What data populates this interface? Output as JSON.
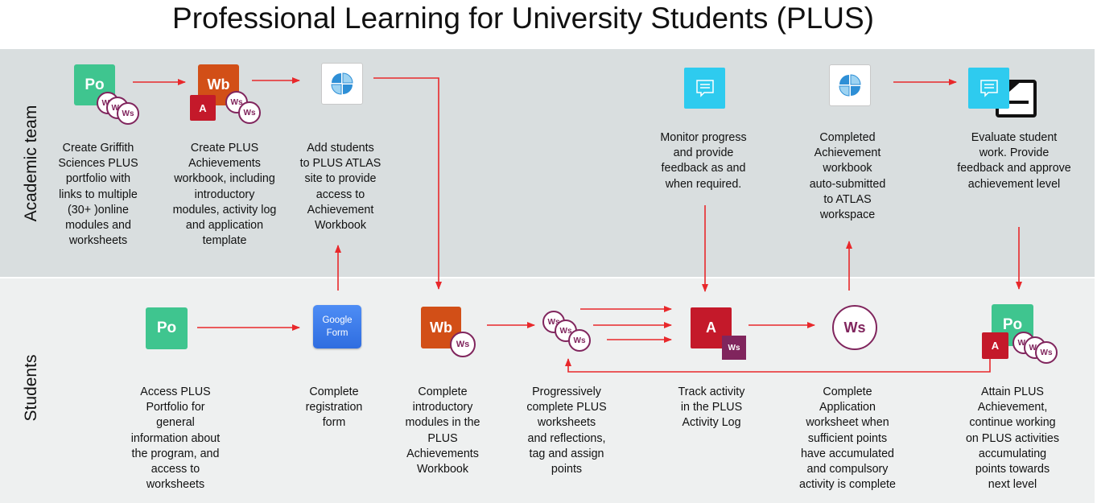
{
  "title": "Professional Learning for University Students (PLUS)",
  "lanes": {
    "academic": "Academic team",
    "students": "Students"
  },
  "icons": {
    "po": "Po",
    "wb": "Wb",
    "ws": "Ws",
    "a": "A",
    "google_form_line1": "Google",
    "google_form_line2": "Form"
  },
  "academic_steps": [
    {
      "icon": "portfolio-icon",
      "label": "Create Griffith\nSciences PLUS\nportfolio with\nlinks to multiple\n(30+ )online\nmodules and\nworksheets"
    },
    {
      "icon": "workbook-icon",
      "label": "Create PLUS\nAchievements\nworkbook, including\nintroductory\nmodules, activity log\nand application\ntemplate"
    },
    {
      "icon": "atlas-icon",
      "label": "Add students\nto PLUS ATLAS\nsite to provide\naccess to\nAchievement\nWorkbook"
    },
    {
      "icon": "message-icon",
      "label": "Monitor progress\nand provide\nfeedback as and\nwhen required."
    },
    {
      "icon": "atlas-icon",
      "label": "Completed\nAchievement\nworkbook\nauto-submitted\nto ATLAS\nworkspace"
    },
    {
      "icon": "message-icon",
      "label": "Evaluate student\nwork. Provide\nfeedback and approve\nachievement level"
    }
  ],
  "student_steps": [
    {
      "icon": "portfolio-icon",
      "label": "Access PLUS\nPortfolio for\ngeneral\ninformation about\nthe program, and\naccess to\nworksheets"
    },
    {
      "icon": "google-form-icon",
      "label": "Complete\nregistration\nform"
    },
    {
      "icon": "workbook-icon",
      "label": "Complete\nintroductory\nmodules in the\nPLUS\nAchievements\nWorkbook"
    },
    {
      "icon": "worksheets-icon",
      "label": "Progressively\ncomplete PLUS\nworksheets\nand reflections,\ntag and assign\npoints"
    },
    {
      "icon": "activity-log-icon",
      "label": "Track activity\nin the PLUS\nActivity Log"
    },
    {
      "icon": "worksheet-icon",
      "label": "Complete\nApplication\nworksheet when\nsufficient points\nhave accumulated\nand compulsory\nactivity is complete"
    },
    {
      "icon": "achievement-icon",
      "label": "Attain PLUS\nAchievement,\ncontinue working\non PLUS activities\naccumulating\npoints towards\nnext level"
    }
  ],
  "colors": {
    "arrow": "#e8282b",
    "academic_lane": "#d9dedf",
    "students_lane": "#eef0f0",
    "portfolio": "#3fc58f",
    "workbook": "#d24f17",
    "access": "#c4192a",
    "worksheet": "#80255d",
    "message": "#2ecbef"
  }
}
